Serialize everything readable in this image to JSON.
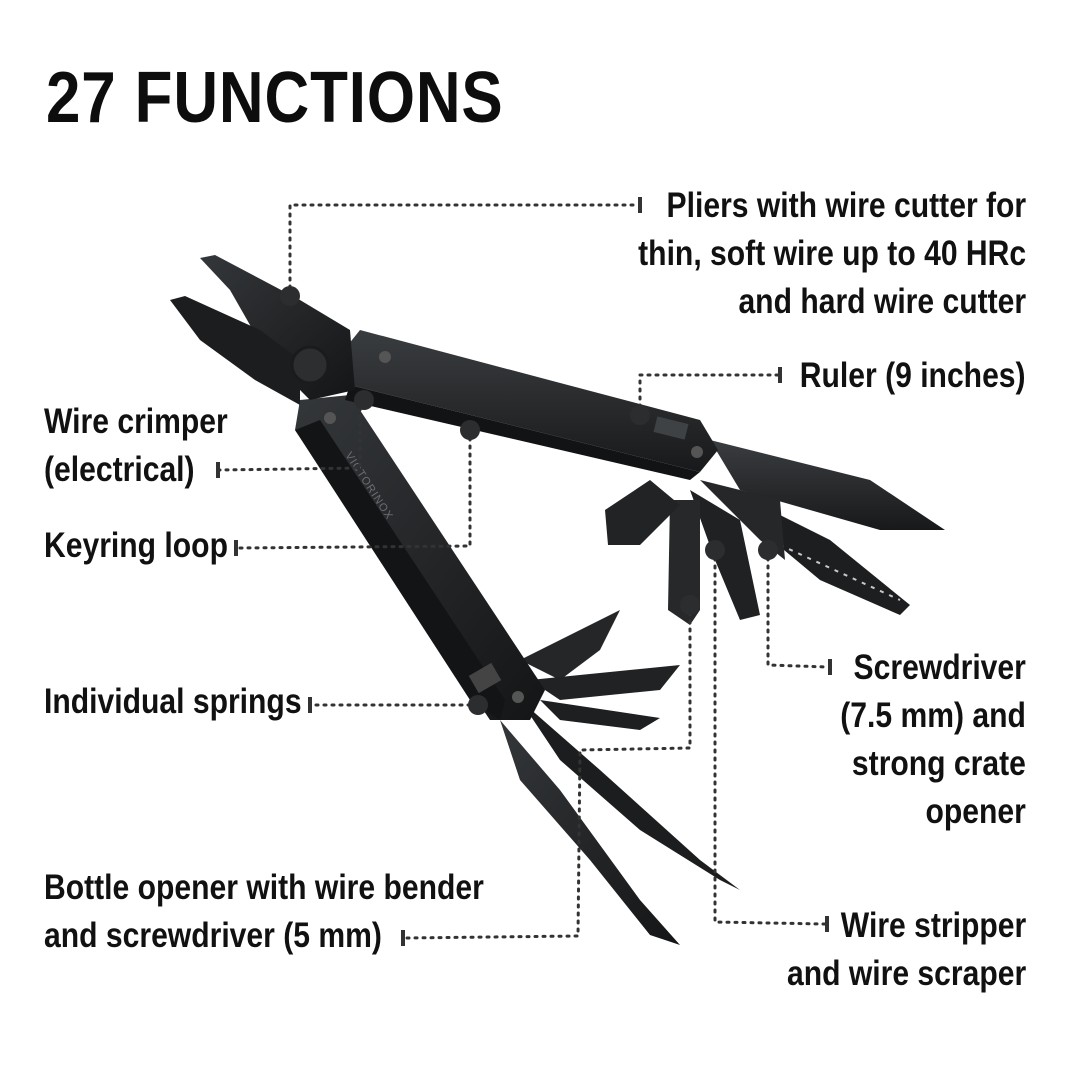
{
  "title": "27 FUNCTIONS",
  "callouts": {
    "pliers": [
      "Pliers with wire cutter for",
      "thin, soft wire up to 40 HRc",
      "and hard wire cutter"
    ],
    "ruler": [
      "Ruler (9 inches)"
    ],
    "crimper": [
      "Wire crimper",
      "(electrical)"
    ],
    "keyring": [
      "Keyring loop"
    ],
    "springs": [
      "Individual springs"
    ],
    "bottle": [
      "Bottle opener with wire bender",
      "and screwdriver (5 mm)"
    ],
    "screwdriver": [
      "Screwdriver",
      "(7.5 mm) and",
      "strong crate",
      "opener"
    ],
    "stripper": [
      "Wire stripper",
      "and wire scraper"
    ]
  },
  "engraving": {
    "brand": "VICTORINOX"
  },
  "colors": {
    "tool": "#2a2c2e",
    "tool_dark": "#151617",
    "tool_edge": "#3d4043",
    "leader": "#333333"
  }
}
